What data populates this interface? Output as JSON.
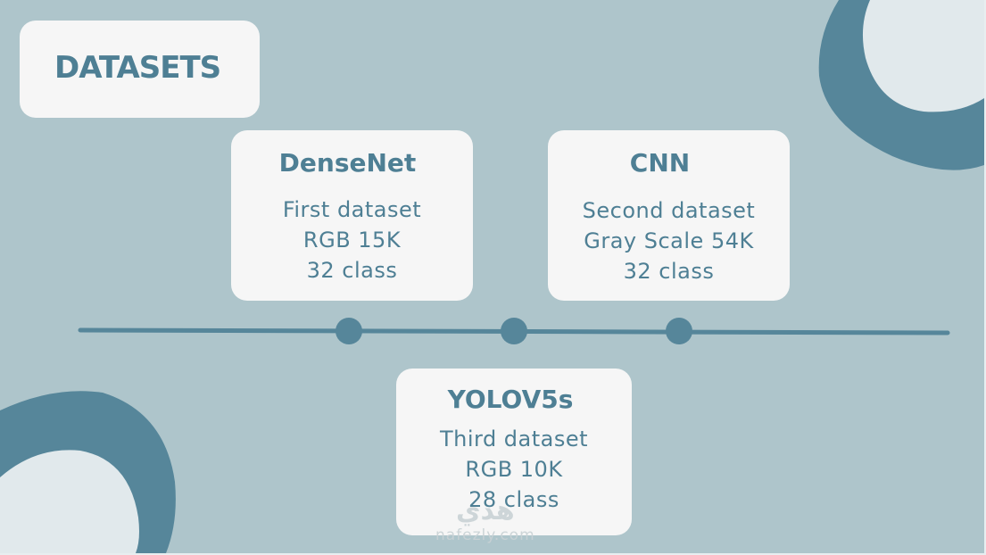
{
  "slide": {
    "title": "DATASETS",
    "colors": {
      "background": "#aec5cb",
      "accent": "#56869a",
      "card": "#f6f6f6",
      "text": "#4e7f94",
      "blob_light": "#e1e9ec"
    }
  },
  "cards": [
    {
      "heading": "DenseNet",
      "lines": [
        "First dataset",
        "RGB 15K",
        "32 class"
      ]
    },
    {
      "heading": "CNN",
      "lines": [
        "Second dataset",
        "Gray Scale 54K",
        "32 class"
      ]
    },
    {
      "heading": "YOLOV5s",
      "lines": [
        "Third dataset",
        "RGB 10K",
        "28 class"
      ]
    }
  ],
  "watermark": {
    "mark": "هدي",
    "text": "nafezly.com"
  }
}
